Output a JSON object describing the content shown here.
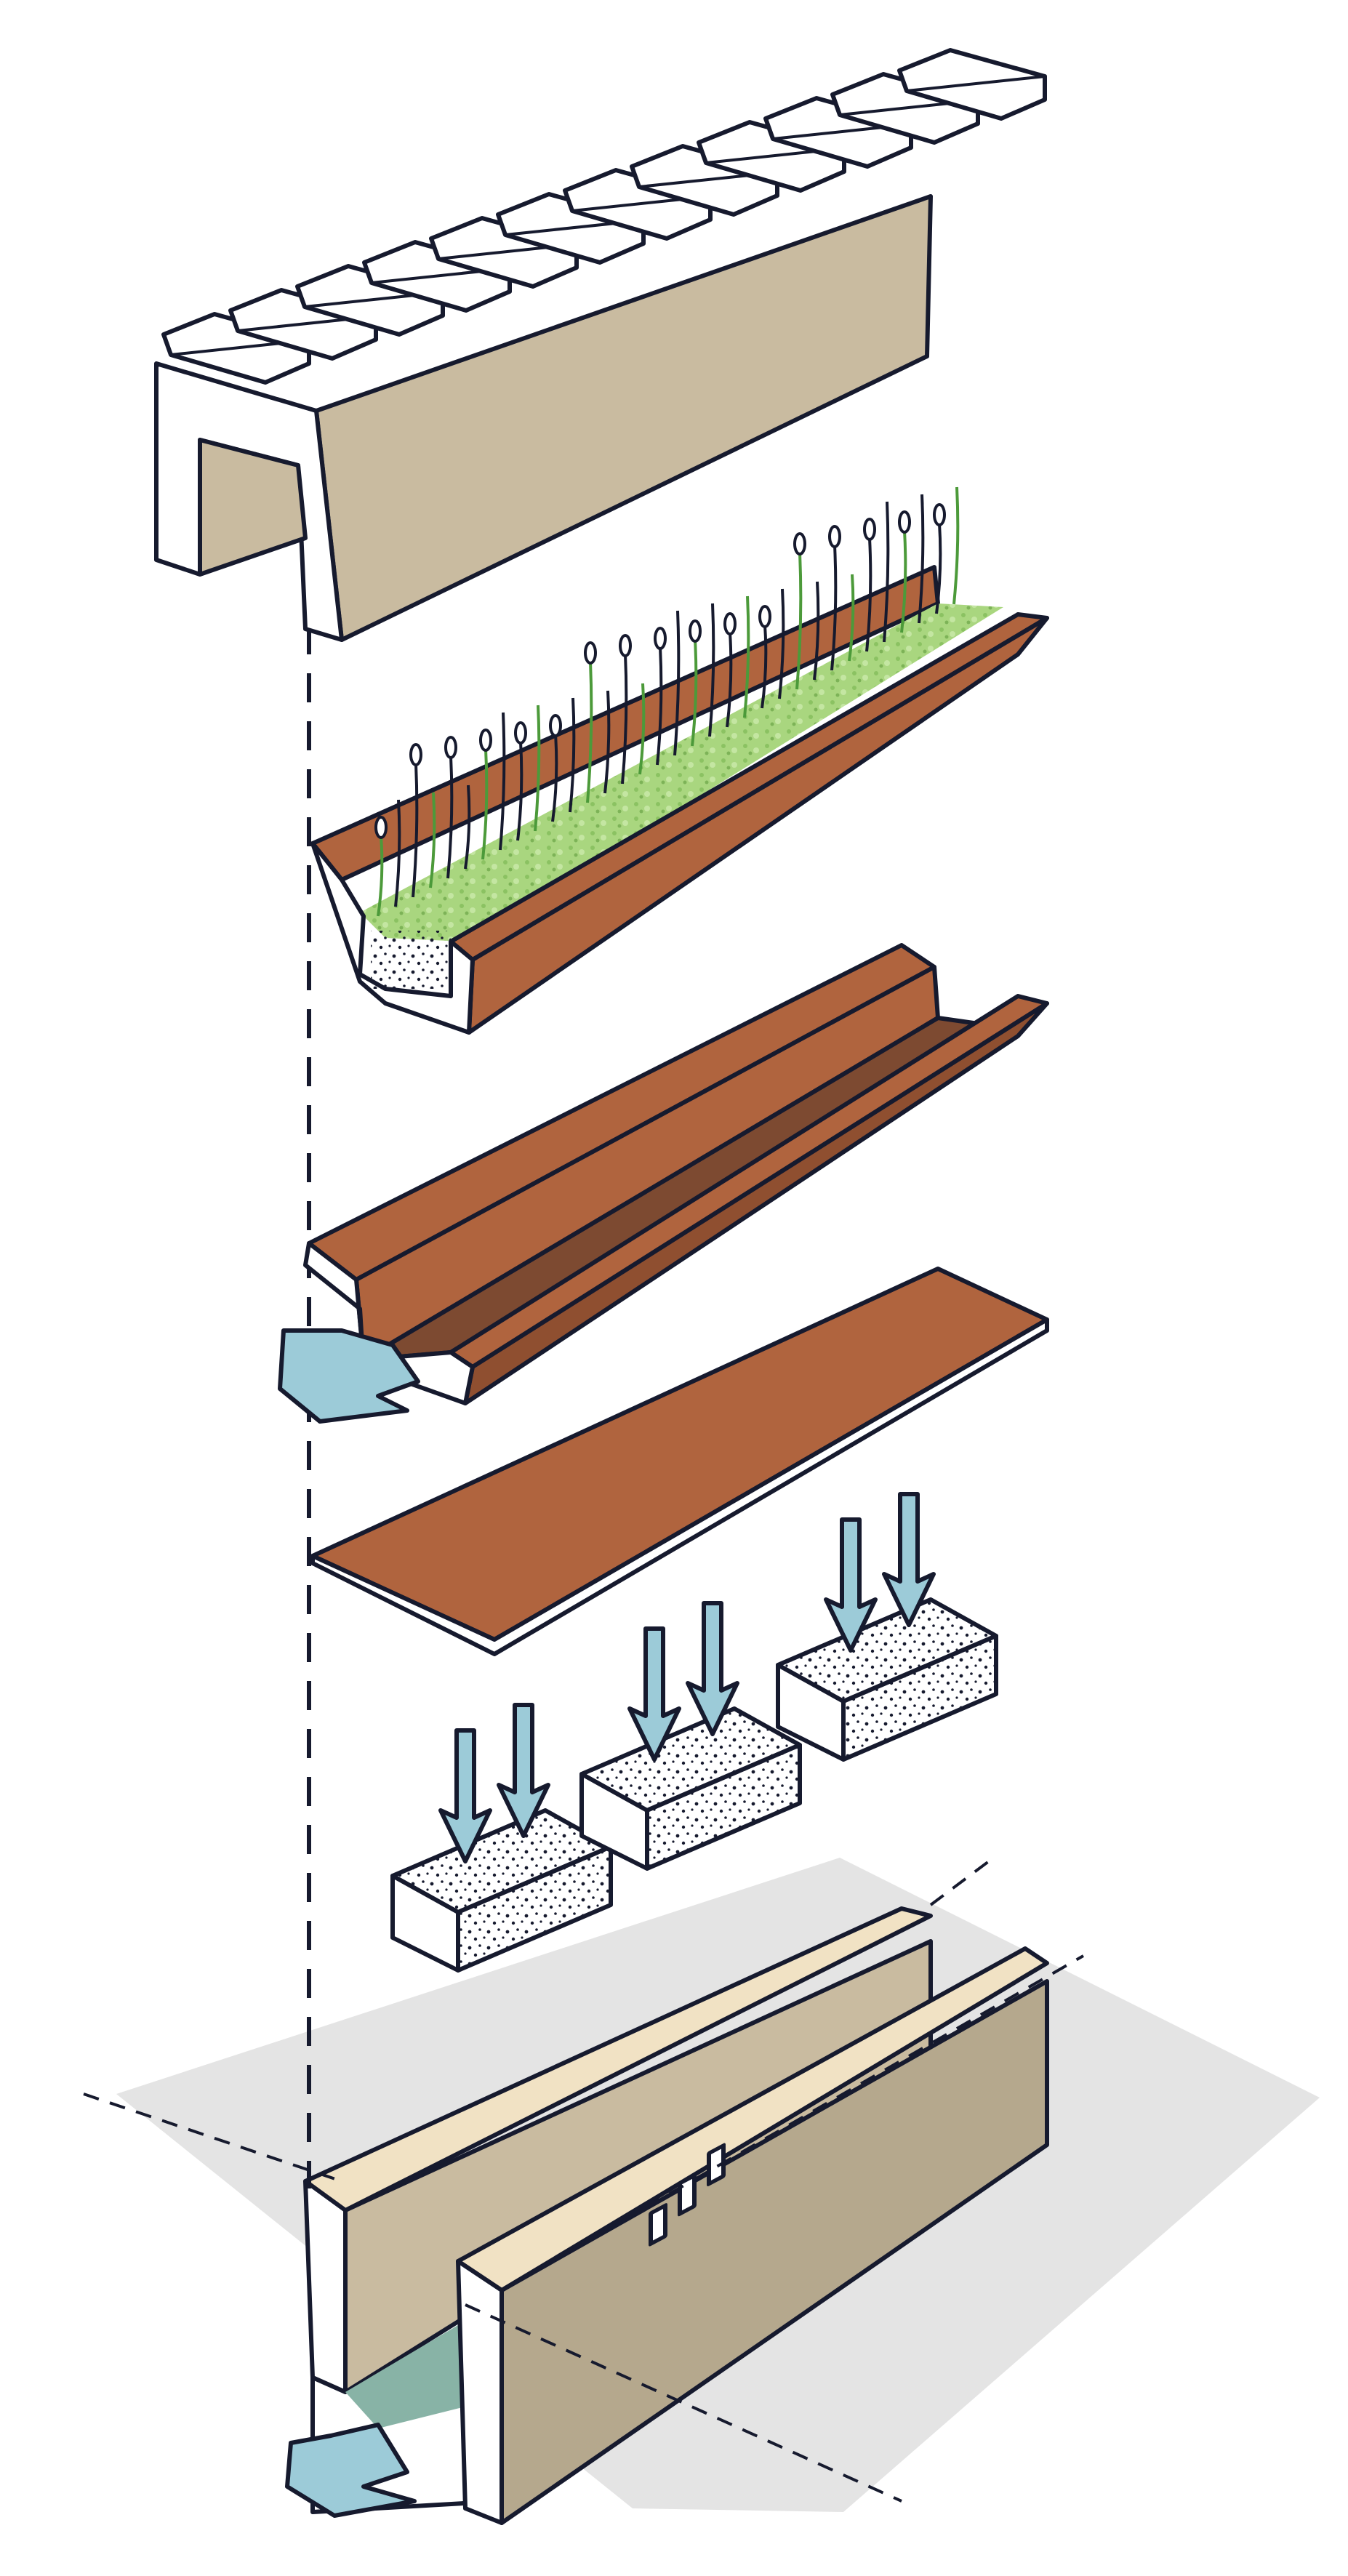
{
  "diagram": {
    "layers": [
      "wall-cap-channel",
      "planted-gutter-tray",
      "drainage-channel",
      "base-plate",
      "bearing-blocks",
      "foundation-walls"
    ],
    "colors": {
      "ink": "#161a2e",
      "wall_tan": "#c9bba0",
      "wall_tan_dark": "#b5a88d",
      "wall_top_light": "#f1e2c4",
      "rust": "#b0643e",
      "rust_dark": "#8f4f30",
      "rust_channel": "#7d4a31",
      "grass": "#a9d67f",
      "water": "#9ccbd8",
      "water_dark": "#88b3a6",
      "ground_shadow": "#e4e4e4",
      "block_fill": "#ffffff"
    },
    "icons": [
      "water-flow-arrow",
      "load-arrow"
    ]
  }
}
